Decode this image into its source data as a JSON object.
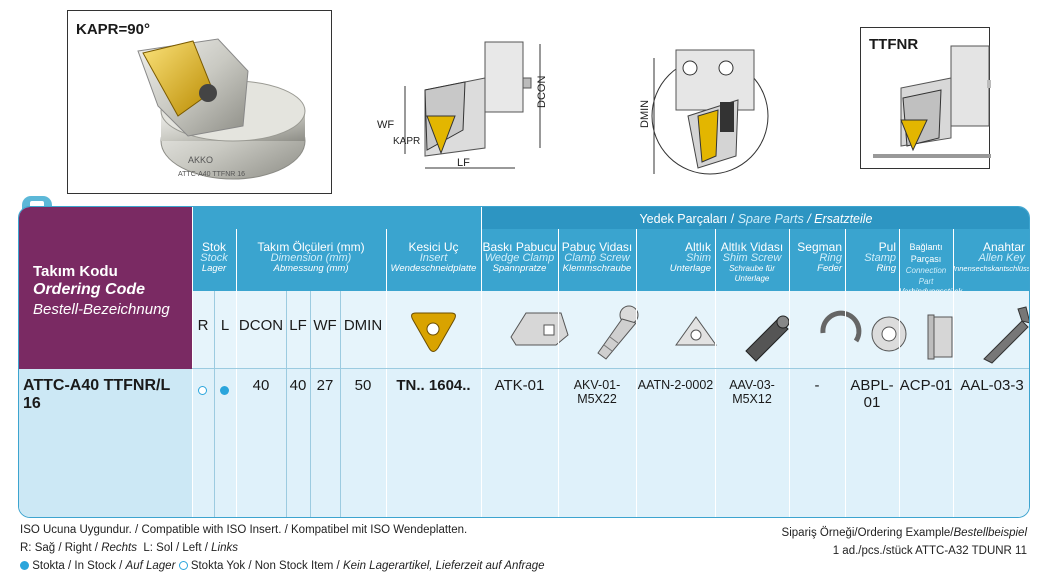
{
  "figures": {
    "photo_label": "KAPR=90°",
    "photo_engraving_1": "AKKO",
    "photo_engraving_2": "ATTC-A40 TTFNR 16",
    "dim_wf": "WF",
    "dim_kapr": "KAPR",
    "dim_lf": "LF",
    "dim_dcon": "DCON",
    "dim_dmin": "DMIN",
    "ttfnr_label": "TTFNR"
  },
  "table": {
    "spare_parts_header": {
      "tr": "Yedek Parçaları /",
      "en": "Spare Parts",
      "de": "/ Ersatzteile"
    },
    "ordering": {
      "tr": "Takım Kodu",
      "en": "Ordering Code",
      "de": "Bestell-Bezeichnung"
    },
    "stock": {
      "tr": "Stok",
      "en": "Stock",
      "de": "Lager"
    },
    "dimension": {
      "tr": "Takım Ölçüleri (mm)",
      "en": "Dimension (mm)",
      "de": "Abmessung (mm)"
    },
    "insert": {
      "tr": "Kesici Uç",
      "en": "Insert",
      "de": "Wendeschneidplatte"
    },
    "parts": [
      {
        "tr": "Baskı Pabucu",
        "en": "Wedge Clamp",
        "de": "Spannpratze"
      },
      {
        "tr": "Pabuç Vidası",
        "en": "Clamp Screw",
        "de": "Klemmschraube"
      },
      {
        "tr": "Altlık",
        "en": "Shim",
        "de": "Unterlage"
      },
      {
        "tr": "Altlık Vidası",
        "en": "Shim Screw",
        "de": "Schraube für Unterlage"
      },
      {
        "tr": "Segman",
        "en": "Ring",
        "de": "Feder"
      },
      {
        "tr": "Pul",
        "en": "Stamp",
        "de": "Ring"
      },
      {
        "tr": "Bağlantı Parçası",
        "en": "Connection Part",
        "de": "Verbindungsstück"
      },
      {
        "tr": "Anahtar",
        "en": "Allen Key",
        "de": "Innensechskantschlüssel"
      }
    ],
    "stock_cols": [
      "R",
      "L"
    ],
    "dim_cols": [
      "DCON",
      "LF",
      "WF",
      "DMIN"
    ],
    "row": {
      "code": "ATTC-A40 TTFNR/L 16",
      "stock_r": "not-stock",
      "stock_l": "in-stock",
      "dcon": "40",
      "lf": "40",
      "wf": "27",
      "dmin": "50",
      "insert": "TN.. 1604..",
      "parts": [
        "ATK-01",
        "AKV-01-M5X22",
        "AATN-2-0002",
        "AAV-03-M5X12",
        "-",
        "ABPL-01",
        "ACP-01",
        "AAL-03-3"
      ]
    }
  },
  "footer": {
    "iso": "ISO Ucuna Uygundur. / Compatible with ISO Insert. / Kompatibel mit ISO Wendeplatten.",
    "rl_1": "R: Sağ / Right /",
    "rl_2": "Rechts",
    "rl_3": "L: Sol / Left /",
    "rl_4": "Links",
    "stock_1": "Stokta / In Stock /",
    "stock_2": "Auf Lager",
    "stock_3": "Stokta Yok / Non Stock Item /",
    "stock_4": "Kein Lagerartikel, Lieferzeit auf Anfrage",
    "example_1": "Sipariş Örneği/Ordering Example/",
    "example_2": "Bestellbeispiel",
    "example_3": "1 ad./pcs./stück ATTC-A32 TDUNR 11"
  },
  "colors": {
    "header_blue": "#3aa4cf",
    "ordering_purple": "#7a2a63",
    "body_light": "#dff1fa",
    "insert_gold": "#d9a300"
  }
}
